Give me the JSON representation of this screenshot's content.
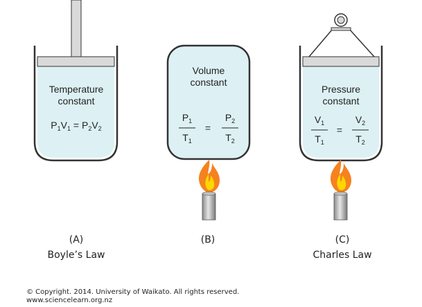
{
  "panels": [
    {
      "letter": "(A)",
      "law": "Boyle’s Law",
      "condition_line1": "Temperature",
      "condition_line2": "constant"
    },
    {
      "letter": "(B)",
      "law": "",
      "condition_line1": "Volume",
      "condition_line2": "constant"
    },
    {
      "letter": "(C)",
      "law": "Charles Law",
      "condition_line1": "Pressure",
      "condition_line2": "constant"
    }
  ],
  "copyright": {
    "line1": "© Copyright. 2014. University of Waikato. All rights reserved.",
    "line2": "www.sciencelearn.org.nz"
  },
  "colors": {
    "liquid": "#ddf1f4",
    "piston": "#d9d9d9",
    "outline": "#333333",
    "flame_outer": "#f5821f",
    "flame_inner": "#fdd700"
  }
}
